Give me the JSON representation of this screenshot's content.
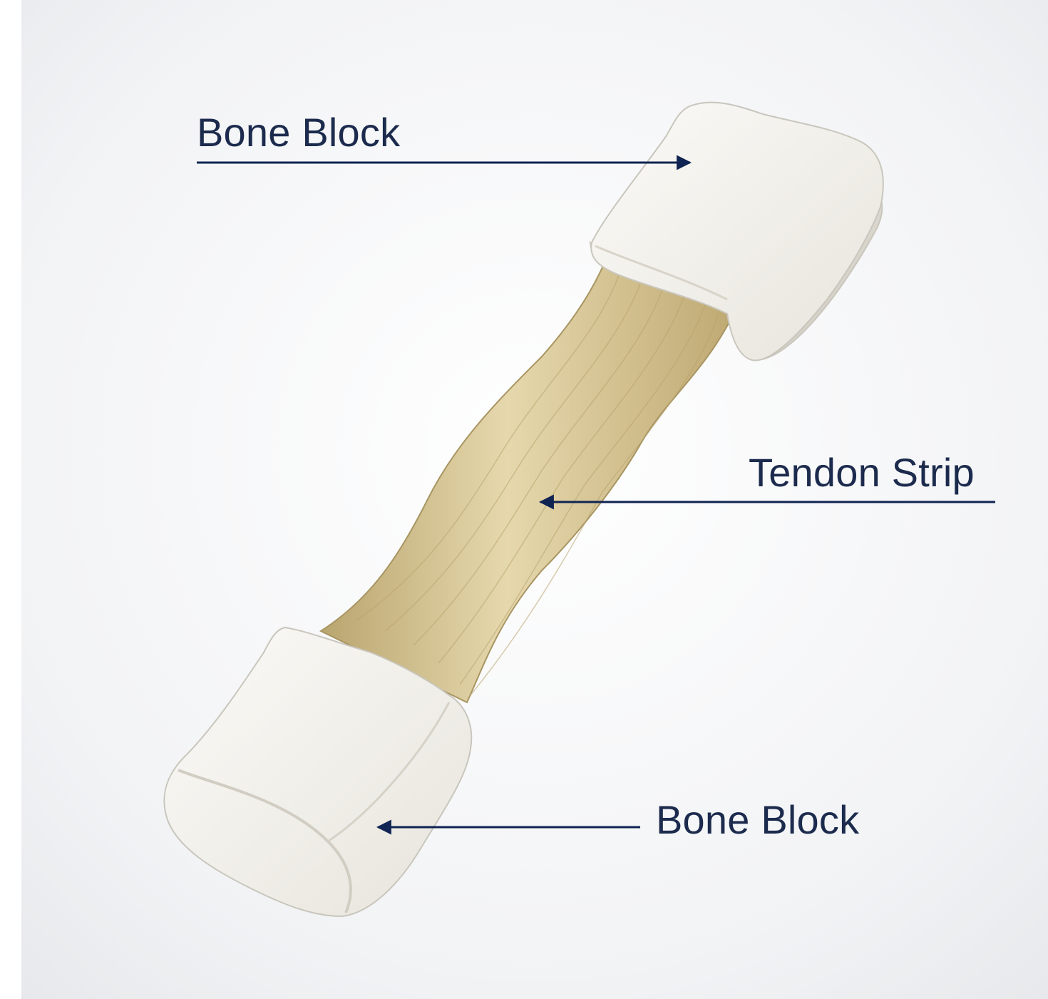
{
  "labels": {
    "top": "Bone Block",
    "middle": "Tendon Strip",
    "bottom": "Bone Block"
  },
  "colors": {
    "label_text": "#1c2b4d",
    "leader_line": "#0f2452",
    "background": "#eef0f2",
    "bone": "#f1efe9",
    "bone_shadow": "#c9c6bd",
    "tendon": "#d6c594",
    "tendon_shadow": "#a89562"
  }
}
